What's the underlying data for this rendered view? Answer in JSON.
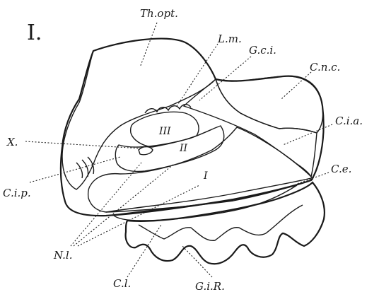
{
  "figure": {
    "numeral": "I.",
    "labels": {
      "th_opt": "Th.opt.",
      "l_m": "L.m.",
      "g_c_i": "G.c.i.",
      "c_n_c": "C.n.c.",
      "c_i_a": "C.i.a.",
      "x": "X.",
      "c_i_p": "C.i.p.",
      "c_e": "C.e.",
      "n_l": "N.l.",
      "c_l": "C.l.",
      "g_i_r": "G.i.R.",
      "roman_iii": "III",
      "roman_ii": "II",
      "roman_i": "I"
    }
  }
}
